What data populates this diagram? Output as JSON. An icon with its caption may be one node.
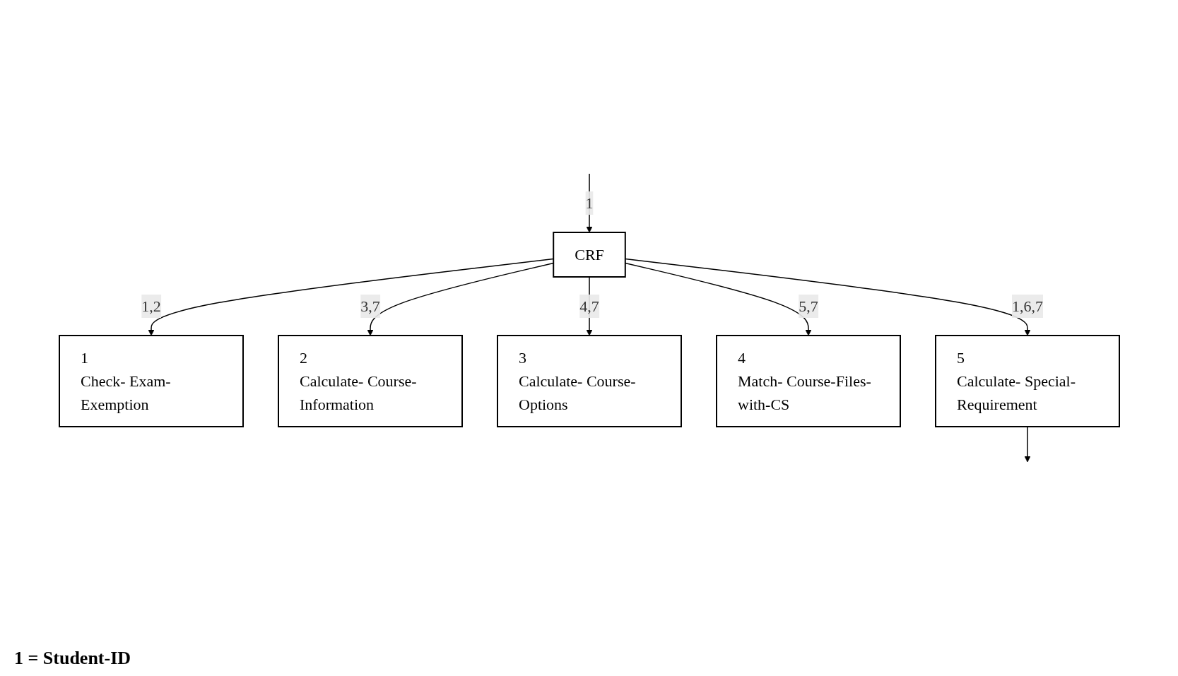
{
  "diagram": {
    "nodes": [
      {
        "text": [
          "CRF"
        ]
      },
      {
        "text": [
          "1",
          "Check- Exam- Exemption"
        ]
      },
      {
        "text": [
          "2",
          "Calculate- Course- Information"
        ]
      },
      {
        "text": [
          "3",
          "Calculate- Course- Options"
        ]
      },
      {
        "text": [
          "4",
          "Match- Course-Files- with-CS"
        ]
      },
      {
        "text": [
          "5",
          "Calculate- Special- Requirement"
        ]
      }
    ],
    "edges": [
      {
        "from": null,
        "to": 0,
        "arrow": "to",
        "label": "1"
      },
      {
        "from": 0,
        "to": 1,
        "arrow": "to",
        "label": "1,2"
      },
      {
        "from": 0,
        "to": 2,
        "arrow": "to",
        "label": "3,7"
      },
      {
        "from": 0,
        "to": 3,
        "arrow": "to",
        "label": "4,7"
      },
      {
        "from": 0,
        "to": 4,
        "arrow": "to",
        "label": "5,7"
      },
      {
        "from": 0,
        "to": 5,
        "arrow": "to",
        "label": "1,6,7"
      },
      {
        "from": 5,
        "to": null,
        "arrow": "to"
      }
    ],
    "labels": [
      "1 = Student-ID"
    ]
  }
}
